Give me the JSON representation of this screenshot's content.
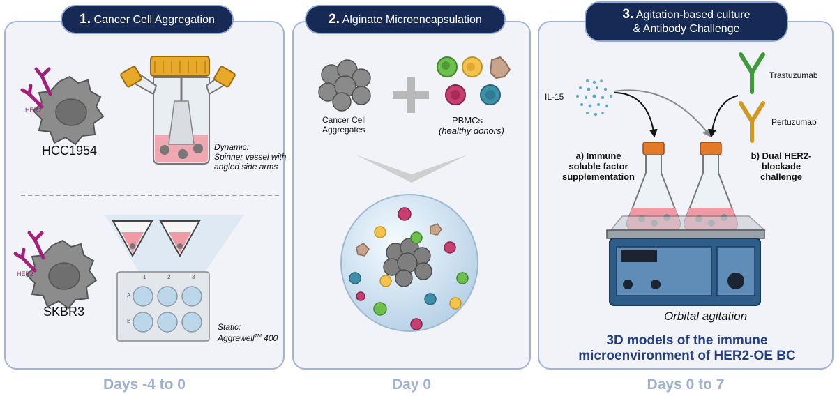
{
  "panel1": {
    "step_num": "1.",
    "title": "Cancer Cell Aggregation",
    "cell1": "HCC1954",
    "cell2": "SKBR3",
    "her2_label": "HER2",
    "dynamic_label": "Dynamic:",
    "dynamic_desc1": "Spinner vessel with",
    "dynamic_desc2": "angled side arms",
    "static_label": "Static:",
    "static_desc_pre": "Aggrewell",
    "static_desc_sup": "TM",
    "static_desc_post": " 400",
    "plate_cols": [
      "1",
      "2",
      "3"
    ],
    "plate_rows": [
      "A",
      "B"
    ],
    "days": "Days -4 to 0"
  },
  "panel2": {
    "step_num": "2.",
    "title": "Alginate Microencapsulation",
    "aggregates_label1": "Cancer Cell",
    "aggregates_label2": "Aggregates",
    "pbmc_label": "PBMCs",
    "pbmc_sub": "(healthy donors)",
    "days": "Day 0"
  },
  "panel3": {
    "step_num": "3.",
    "title1": "Agitation-based culture",
    "title2": "& Antibody Challenge",
    "il15": "IL-15",
    "trastuzumab": "Trastuzumab",
    "pertuzumab": "Pertuzumab",
    "a_line1": "a) Immune",
    "a_line2": "soluble factor",
    "a_line3": "supplementation",
    "b_line1": "b) Dual HER2-",
    "b_line2": "blockade",
    "b_line3": "challenge",
    "agitation": "Orbital agitation",
    "model_line1": "3D models of the immune",
    "model_line2": "microenvironment of HER2-OE BC",
    "days": "Days 0 to 7"
  },
  "colors": {
    "pill_bg": "#162a55",
    "panel_border": "#a3b3d4",
    "days_text": "#9fb0d2",
    "model_title": "#233e82",
    "her2_magenta": "#a3207a",
    "trastuzumab_green": "#3e9b3a",
    "pertuzumab_gold": "#d09a22",
    "cap_orange": "#e37a2a",
    "medium_pink": "#f09aa6",
    "shaker_blue": "#2f5d8a"
  }
}
